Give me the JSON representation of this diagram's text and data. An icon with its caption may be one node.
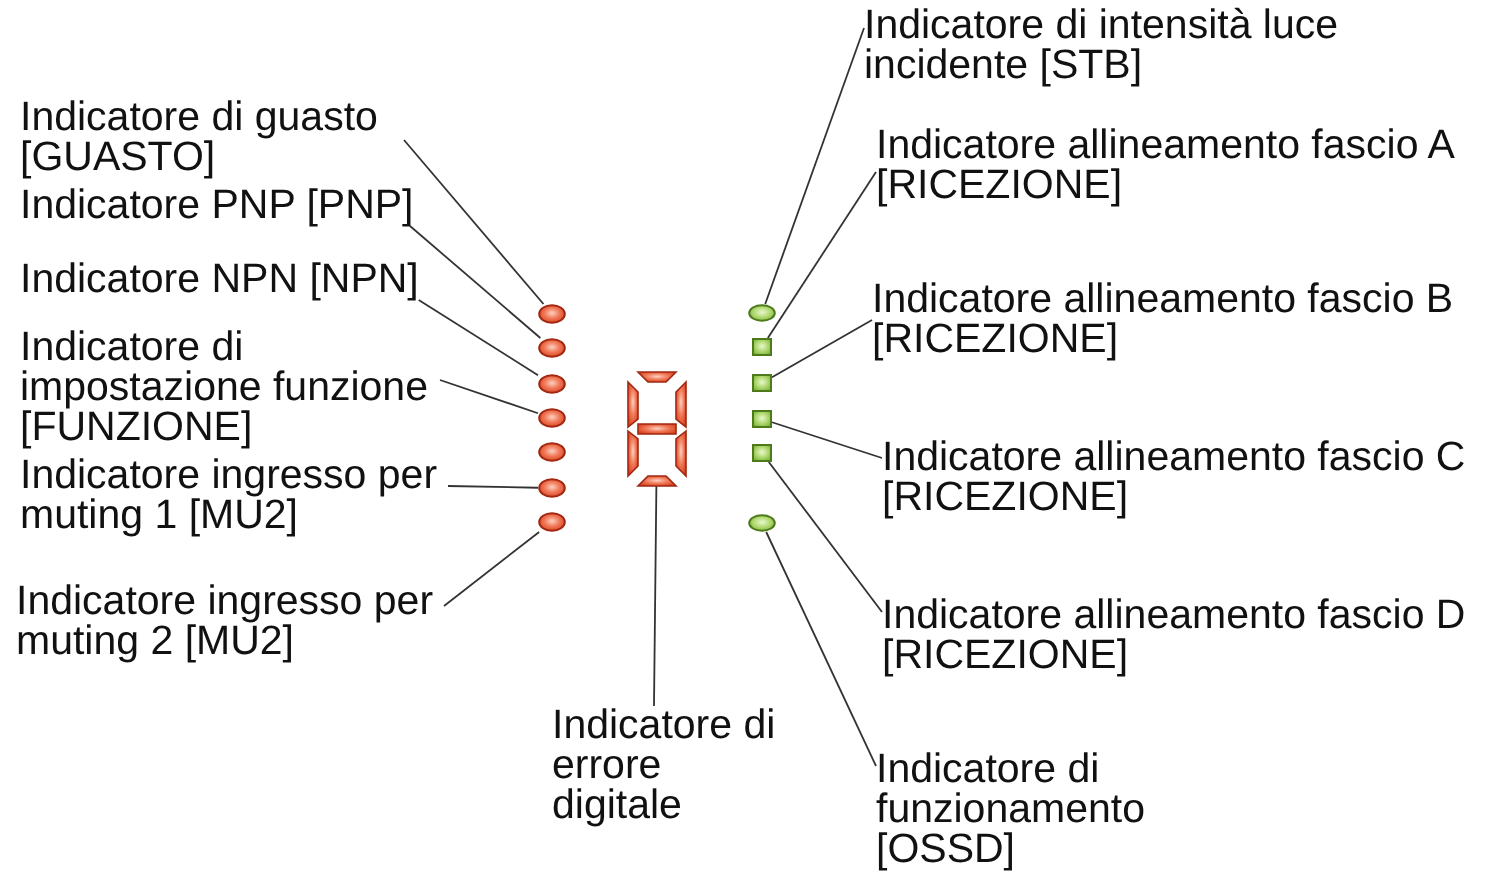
{
  "diagram": {
    "nodes": [
      {
        "text": [
          "Indicatore di guasto [GUASTO]"
        ]
      },
      {
        "text": [
          "Indicatore PNP [PNP]"
        ]
      },
      {
        "text": [
          "Indicatore NPN [NPN]"
        ]
      },
      {
        "text": [
          "Indicatore di impostazione funzione [FUNZIONE]"
        ]
      },
      {
        "text": [
          "Indicatore ingresso per muting 1 [MU2]"
        ]
      },
      {
        "text": [
          "Indicatore ingresso per muting 2 [MU2]"
        ]
      },
      {
        "text": [],
        "shape": "ellipse"
      },
      {
        "text": [],
        "shape": "ellipse"
      },
      {
        "text": [],
        "shape": "ellipse"
      },
      {
        "text": [],
        "shape": "ellipse"
      },
      {
        "text": [],
        "shape": "ellipse"
      },
      {
        "text": [],
        "shape": "ellipse"
      },
      {
        "text": [],
        "shape": "ellipse"
      },
      {
        "text": [],
        "shape": "display"
      },
      {
        "text": [
          "Indicatore di errore digitale"
        ]
      },
      {
        "text": [
          "Indicatore di intensità luce incidente [STB]"
        ]
      },
      {
        "text": [
          "Indicatore allineamento fascio A [RICEZIONE]"
        ]
      },
      {
        "text": [
          "Indicatore allineamento fascio B [RICEZIONE]"
        ]
      },
      {
        "text": [
          "Indicatore allineamento fascio C [RICEZIONE]"
        ]
      },
      {
        "text": [
          "Indicatore allineamento fascio D [RICEZIONE]"
        ]
      },
      {
        "text": [
          "Indicatore di funzionamento [OSSD]"
        ]
      },
      {
        "text": [],
        "shape": "ellipse"
      },
      {
        "text": [],
        "shape": "box"
      },
      {
        "text": [],
        "shape": "box"
      },
      {
        "text": [],
        "shape": "box"
      },
      {
        "text": [],
        "shape": "box"
      },
      {
        "text": [],
        "shape": "ellipse"
      }
    ],
    "edges": [
      {
        "from": 0,
        "to": 6,
        "arrow": "none"
      },
      {
        "from": 1,
        "to": 7,
        "arrow": "none"
      },
      {
        "from": 2,
        "to": 8,
        "arrow": "none"
      },
      {
        "from": 3,
        "to": 9,
        "arrow": "none"
      },
      {
        "from": 4,
        "to": 11,
        "arrow": "none"
      },
      {
        "from": 5,
        "to": 12,
        "arrow": "none"
      },
      {
        "from": 14,
        "to": 13,
        "arrow": "none"
      },
      {
        "from": 15,
        "to": 21,
        "arrow": "none"
      },
      {
        "from": 16,
        "to": 22,
        "arrow": "none"
      },
      {
        "from": 17,
        "to": 23,
        "arrow": "none"
      },
      {
        "from": 18,
        "to": 24,
        "arrow": "none"
      },
      {
        "from": 19,
        "to": 25,
        "arrow": "none"
      },
      {
        "from": 20,
        "to": 26,
        "arrow": "none"
      }
    ]
  }
}
